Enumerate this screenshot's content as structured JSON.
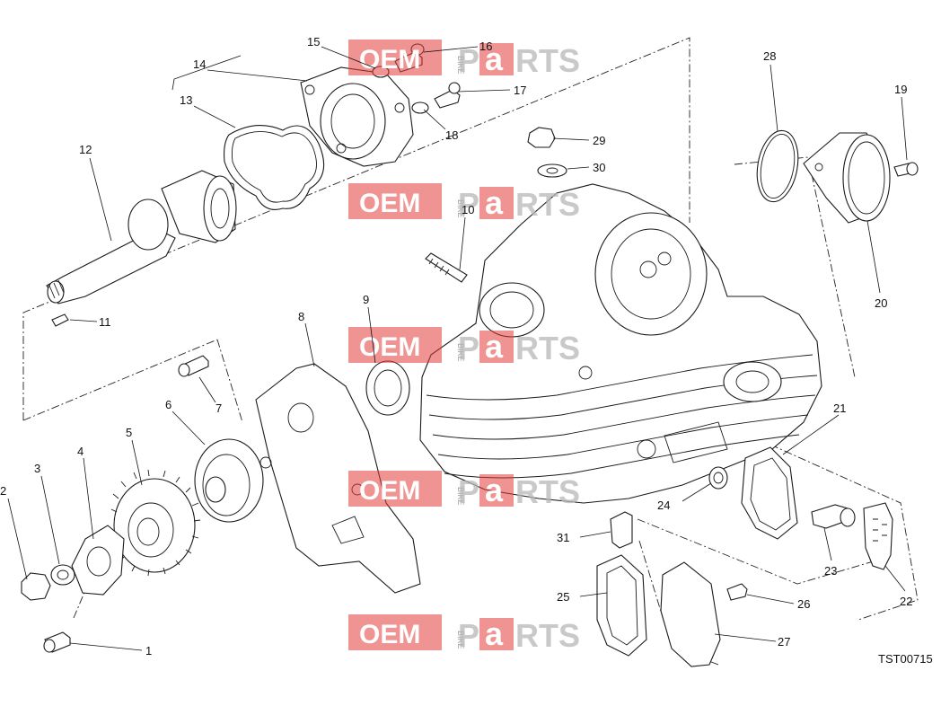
{
  "diagram_code": "TST00715",
  "watermark": {
    "oem": "OEM",
    "bike": "BIKE",
    "p": "P",
    "a": "a",
    "rts": "RTS"
  },
  "callouts": [
    {
      "id": "c1",
      "text": "1"
    },
    {
      "id": "c2",
      "text": "2"
    },
    {
      "id": "c3",
      "text": "3"
    },
    {
      "id": "c4",
      "text": "4"
    },
    {
      "id": "c5",
      "text": "5"
    },
    {
      "id": "c6",
      "text": "6"
    },
    {
      "id": "c7",
      "text": "7"
    },
    {
      "id": "c8",
      "text": "8"
    },
    {
      "id": "c9",
      "text": "9"
    },
    {
      "id": "c10",
      "text": "10"
    },
    {
      "id": "c11",
      "text": "11"
    },
    {
      "id": "c12",
      "text": "12"
    },
    {
      "id": "c13",
      "text": "13"
    },
    {
      "id": "c14",
      "text": "14"
    },
    {
      "id": "c15",
      "text": "15"
    },
    {
      "id": "c16",
      "text": "16"
    },
    {
      "id": "c17",
      "text": "17"
    },
    {
      "id": "c18",
      "text": "18"
    },
    {
      "id": "c19",
      "text": "19"
    },
    {
      "id": "c20",
      "text": "20"
    },
    {
      "id": "c21",
      "text": "21"
    },
    {
      "id": "c22",
      "text": "22"
    },
    {
      "id": "c23",
      "text": "23"
    },
    {
      "id": "c24",
      "text": "24"
    },
    {
      "id": "c25",
      "text": "25"
    },
    {
      "id": "c26",
      "text": "26"
    },
    {
      "id": "c27",
      "text": "27"
    },
    {
      "id": "c28",
      "text": "28"
    },
    {
      "id": "c29",
      "text": "29"
    },
    {
      "id": "c30",
      "text": "30"
    },
    {
      "id": "c31",
      "text": "31"
    }
  ],
  "colors": {
    "line": "#1a1a1a",
    "watermark_red": "#e23b3b",
    "watermark_grey": "#b8b8b8"
  }
}
